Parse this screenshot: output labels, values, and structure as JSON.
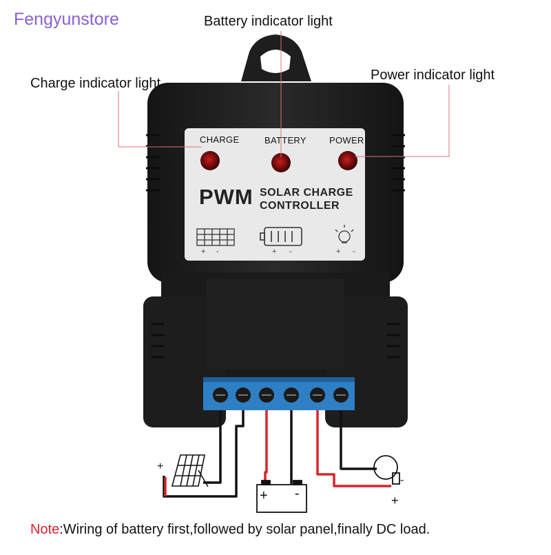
{
  "store_name": "Fengyunstore",
  "callouts": {
    "battery": "Battery indicator light",
    "charge": "Charge indicator light",
    "power": "Power indicator light"
  },
  "panel": {
    "charge_label": "CHARGE",
    "battery_label": "BATTERY",
    "power_label": "POWER",
    "brand": "PWM",
    "title_line1": "SOLAR CHARGE",
    "title_line2": "CONTROLLER"
  },
  "wiring": {
    "plus": "+",
    "minus": "-"
  },
  "note": {
    "prefix": "Note",
    "text": ":Wiring of battery first,followed by solar panel,finally DC load."
  },
  "colors": {
    "body": "#1c1c1c",
    "panel": "#e9e9ea",
    "terminal": "#2f7fc4",
    "wire_red": "#d9232b",
    "leader": "#e0707a"
  }
}
